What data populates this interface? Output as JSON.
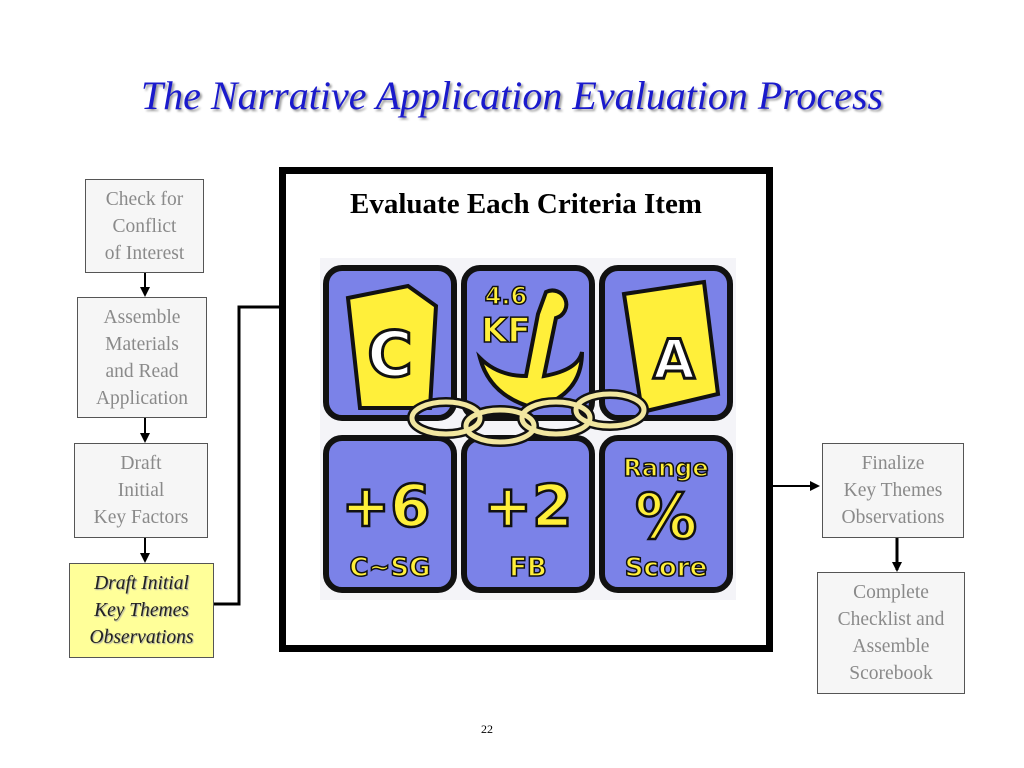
{
  "slide": {
    "title": "The Narrative Application Evaluation Process",
    "page_number": "22"
  },
  "steps": {
    "conflict": [
      "Check for",
      "Conflict",
      "of Interest"
    ],
    "assemble": [
      "Assemble",
      "Materials",
      "and Read",
      "Application"
    ],
    "draft_factors": [
      "Draft",
      "Initial",
      "Key Factors"
    ],
    "draft_themes": [
      "Draft Initial",
      "Key Themes",
      "Observations"
    ],
    "finalize": [
      "Finalize",
      "Key Themes",
      "Observations"
    ],
    "complete": [
      "Complete",
      "Checklist and",
      "Assemble",
      "Scorebook"
    ]
  },
  "center": {
    "title": "Evaluate Each Criteria Item",
    "tiles": {
      "c": "C",
      "kf_top": "4.6",
      "kf": "KF",
      "a": "A",
      "plus6": "+6",
      "csg": "C~SG",
      "plus2": "+2",
      "fb": "FB",
      "range": "Range",
      "pct": "%",
      "score": "Score"
    }
  },
  "colors": {
    "title": "#1a1acc",
    "highlight": "#ffff99",
    "tile_blue": "#7b82e8",
    "tile_yellow": "#ffef3a"
  }
}
